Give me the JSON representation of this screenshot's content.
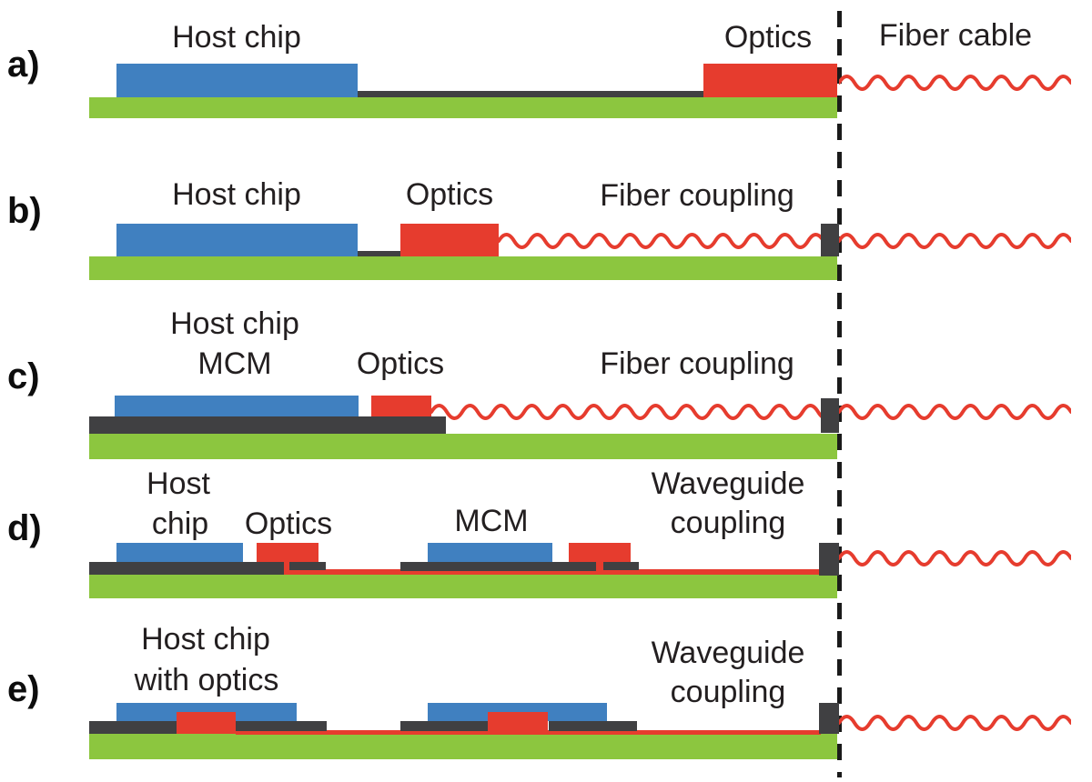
{
  "figure": {
    "colors": {
      "board-green": "#8cc63f",
      "chip-blue": "#4080c0",
      "optics-red": "#e63c2e",
      "substrate-dark": "#404042",
      "text-dark": "#231f20",
      "line-black": "#1a1a1a"
    },
    "rows": [
      {
        "letter": "a)",
        "labels": {
          "host": "Host chip",
          "optics": "Optics",
          "fiber": "Fiber cable"
        }
      },
      {
        "letter": "b)",
        "labels": {
          "host": "Host chip",
          "optics": "Optics",
          "coupling": "Fiber coupling"
        }
      },
      {
        "letter": "c)",
        "labels": {
          "host_line1": "Host chip",
          "host_line2": "MCM",
          "optics": "Optics",
          "coupling": "Fiber coupling"
        }
      },
      {
        "letter": "d)",
        "labels": {
          "host_line1": "Host",
          "host_line2": "chip",
          "optics": "Optics",
          "mcm": "MCM",
          "coupling_line1": "Waveguide",
          "coupling_line2": "coupling"
        }
      },
      {
        "letter": "e)",
        "labels": {
          "host_line1": "Host chip",
          "host_line2": "with optics",
          "coupling_line1": "Waveguide",
          "coupling_line2": "coupling"
        }
      }
    ]
  }
}
